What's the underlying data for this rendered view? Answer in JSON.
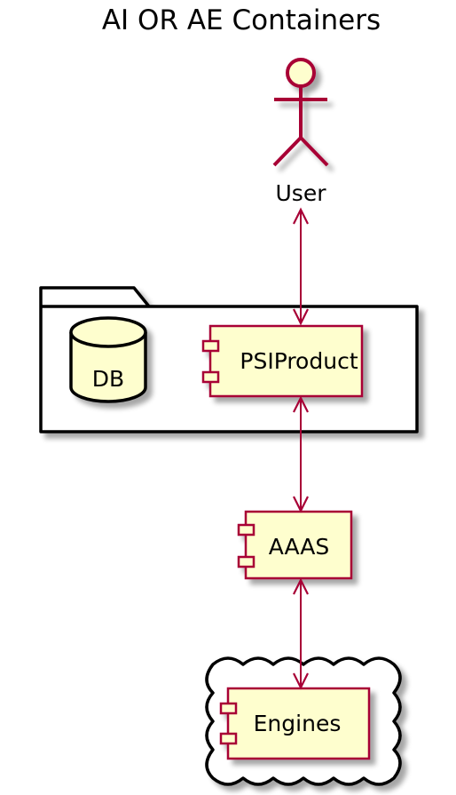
{
  "title": "AI OR AE Containers",
  "nodes": {
    "user": {
      "label": "User",
      "kind": "actor"
    },
    "db": {
      "label": "DB",
      "kind": "database"
    },
    "psiproduct": {
      "label": "PSIProduct",
      "kind": "component"
    },
    "aaas": {
      "label": "AAAS",
      "kind": "component"
    },
    "engines": {
      "label": "Engines",
      "kind": "component"
    }
  },
  "groups": {
    "folder": {
      "label": "",
      "contains": [
        "db",
        "psiproduct"
      ]
    },
    "cloud": {
      "label": "",
      "contains": [
        "engines"
      ]
    }
  },
  "edges": [
    {
      "from": "user",
      "to": "psiproduct",
      "arrowheads": "both"
    },
    {
      "from": "psiproduct",
      "to": "aaas",
      "arrowheads": "both"
    },
    {
      "from": "aaas",
      "to": "engines",
      "arrowheads": "both"
    }
  ],
  "colors": {
    "node_fill": "#FEFECE",
    "node_border": "#A80036",
    "arrow": "#A80036",
    "container_border": "#000000",
    "shadow": "#C8C8C8"
  },
  "icons": {
    "user": "stick-figure-actor-icon",
    "db": "database-cylinder-icon",
    "component": "uml-component-icon",
    "cloud": "cloud-shape"
  }
}
